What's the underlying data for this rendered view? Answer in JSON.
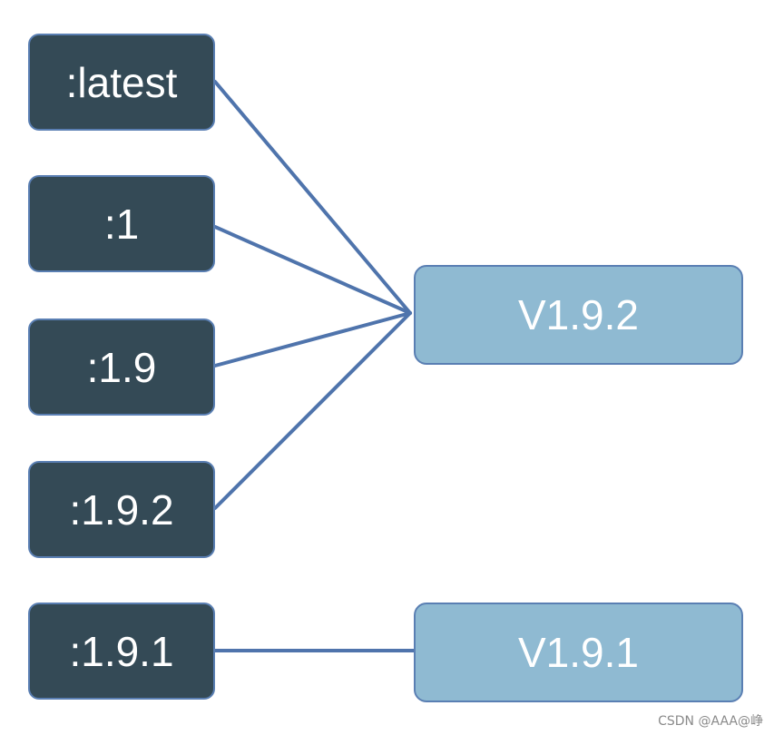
{
  "tags": [
    {
      "label": ":latest",
      "target": "v192"
    },
    {
      "label": ":1",
      "target": "v192"
    },
    {
      "label": ":1.9",
      "target": "v192"
    },
    {
      "label": ":1.9.2",
      "target": "v192"
    },
    {
      "label": ":1.9.1",
      "target": "v191"
    }
  ],
  "versions": [
    {
      "id": "v192",
      "label": "V1.9.2"
    },
    {
      "id": "v191",
      "label": "V1.9.1"
    }
  ],
  "colors": {
    "tag_fill": "#344a56",
    "version_fill": "#8fbad2",
    "border": "#5a7fb3",
    "connector": "#4f74ac",
    "text": "#ffffff"
  },
  "watermark": "CSDN @AAA@峥"
}
